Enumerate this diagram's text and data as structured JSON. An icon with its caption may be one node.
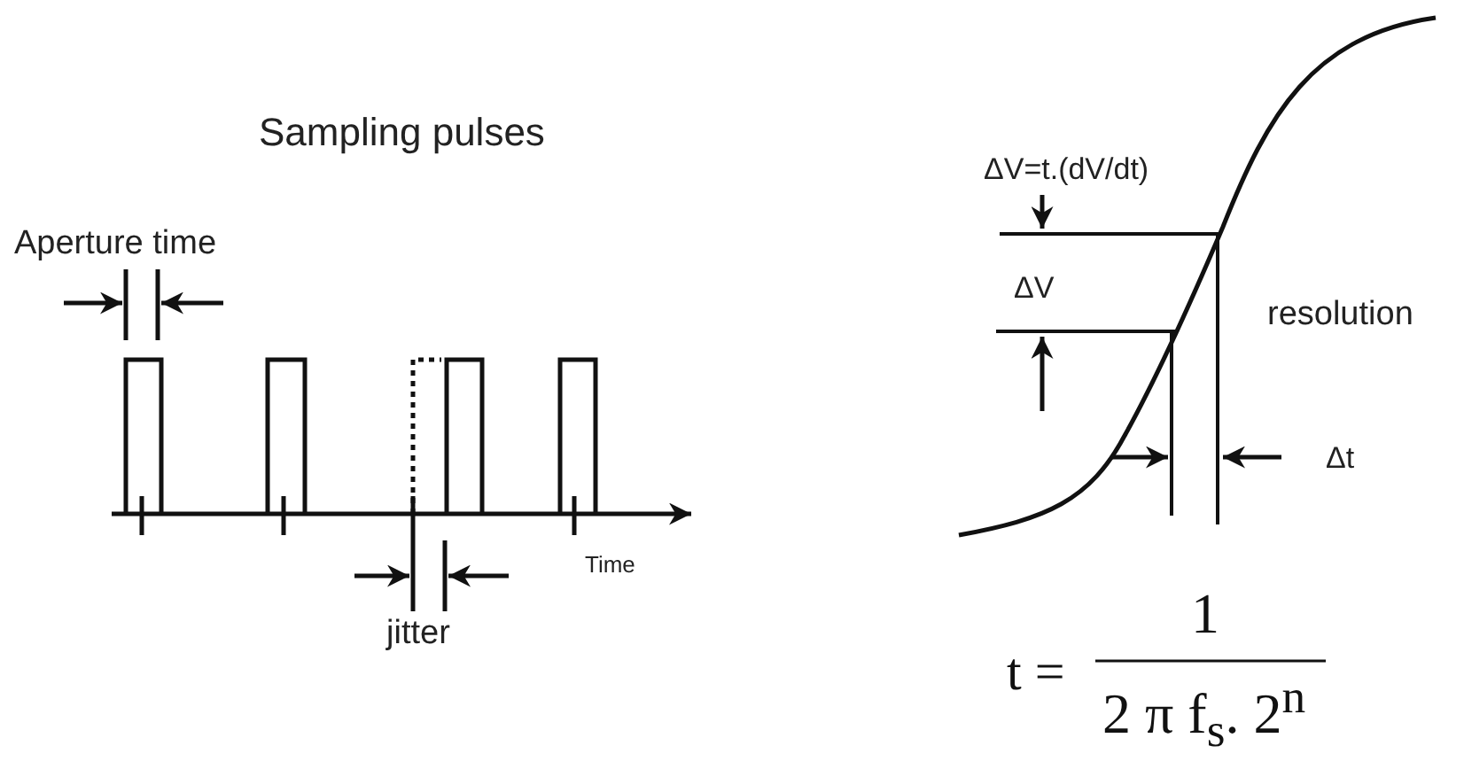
{
  "diagram": {
    "title": "Sampling pulses",
    "labels": [
      "Aperture time",
      "Time",
      "jitter",
      "ΔV=t.(dV/dt)",
      "ΔV",
      "resolution",
      "Δt",
      "t =",
      "1",
      "2 π f$_{s}$. 2$^{n}$"
    ]
  }
}
